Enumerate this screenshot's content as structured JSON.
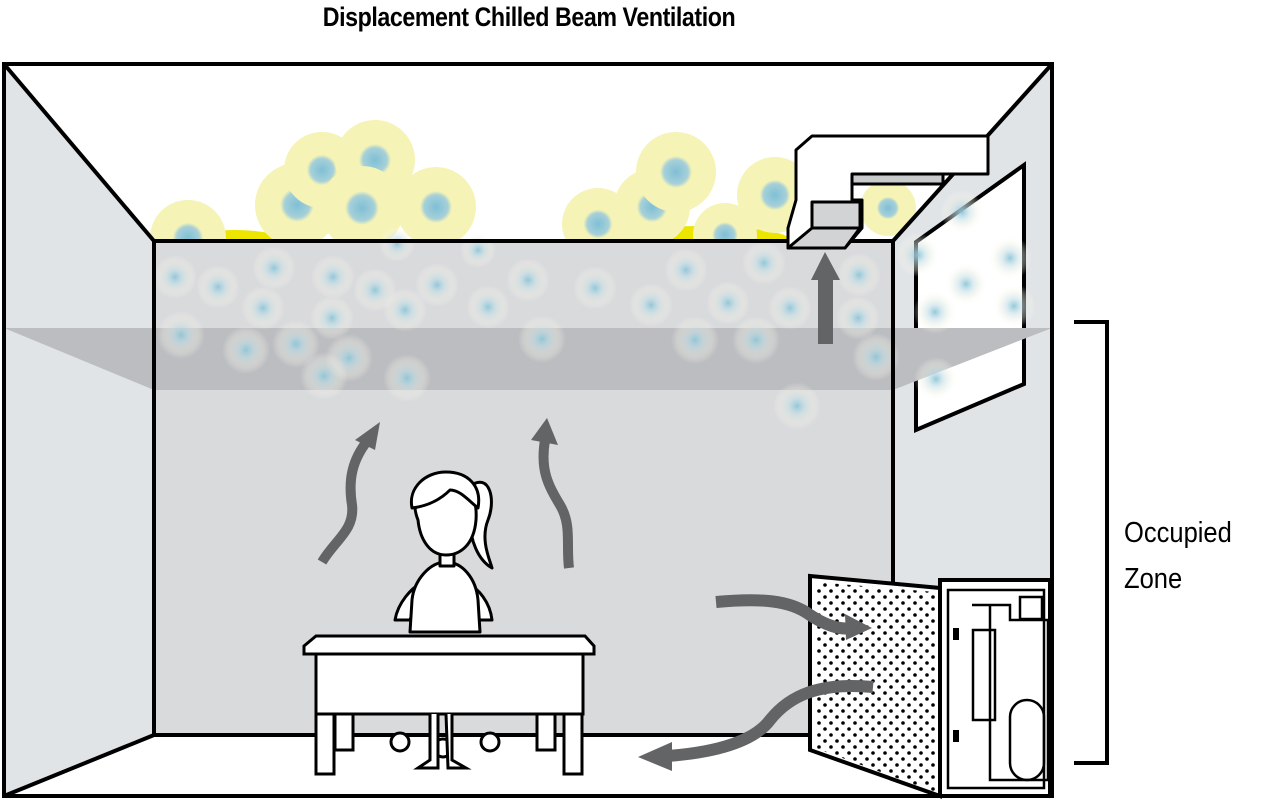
{
  "title": "Displacement Chilled Beam Ventilation",
  "labels": {
    "occupied_zone_line1": "Occupied",
    "occupied_zone_line2": "Zone"
  },
  "colors": {
    "wall": "#d9dadc",
    "side_wall": "#e1e4e7",
    "stratification_band": "#bcbdc0",
    "arrow": "#636466",
    "warm_air_glow": "#f5f3b5",
    "warm_air_hot": "#ece500",
    "cool_particle": "#8cc4d8",
    "outline": "#000000"
  },
  "components": [
    {
      "id": "chilled-beam",
      "label": "Chilled beam"
    },
    {
      "id": "displacement-diffuser",
      "label": "Displacement unit"
    },
    {
      "id": "occupant",
      "label": "Seated occupant"
    },
    {
      "id": "desk",
      "label": "Desk"
    },
    {
      "id": "window",
      "label": "Window"
    }
  ],
  "airflow": [
    {
      "id": "rising-warm-air-left",
      "direction": "up"
    },
    {
      "id": "rising-warm-air-right",
      "direction": "up"
    },
    {
      "id": "return-to-beam",
      "direction": "up"
    },
    {
      "id": "intake-to-unit",
      "direction": "right"
    },
    {
      "id": "supply-from-unit",
      "direction": "left"
    }
  ]
}
